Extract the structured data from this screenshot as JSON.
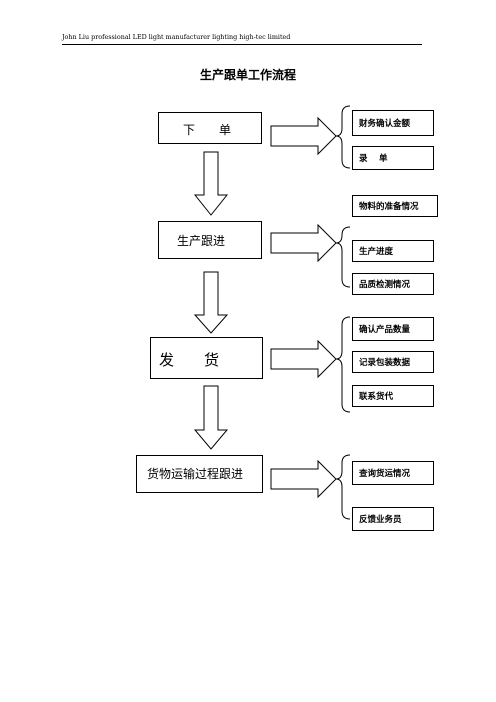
{
  "header": {
    "text": "John Liu professional LED light manufacturer    lighting high-tec limited"
  },
  "title": "生产跟单工作流程",
  "steps": [
    {
      "label": "下　　单",
      "subs": [
        "财务确认金额",
        "录　 单"
      ]
    },
    {
      "label": "生产跟进",
      "subs": [
        "物料的准备情况",
        "生产进度",
        "品质检测情况"
      ]
    },
    {
      "label": "发　　货",
      "subs": [
        "确认产品数量",
        "记录包装数据",
        "联系货代"
      ]
    },
    {
      "label": "货物运输过程跟进",
      "subs": [
        "查询货运情况",
        "反馈业务员"
      ]
    }
  ]
}
